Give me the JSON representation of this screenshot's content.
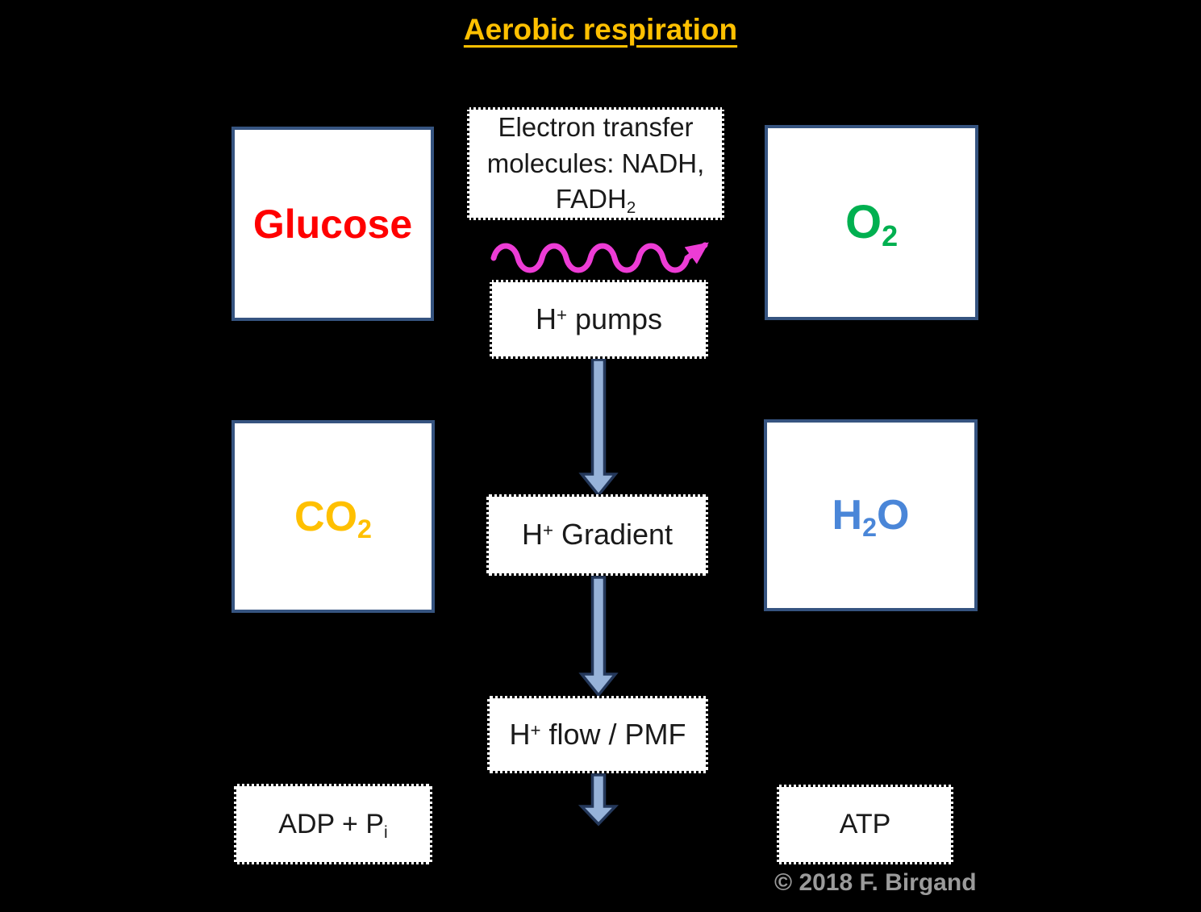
{
  "title": "Aerobic respiration",
  "boxes": {
    "glucose": {
      "label": "Glucose"
    },
    "o2": {
      "base": "O",
      "sub": "2"
    },
    "co2": {
      "base": "CO",
      "sub": "2"
    },
    "h2o": {
      "part1": "H",
      "sub": "2",
      "part2": "O"
    },
    "electron_transfer": {
      "text": "Electron transfer molecules: NADH, FADH",
      "sub": "2"
    },
    "h_pumps": {
      "base": "H",
      "sup": "+",
      "rest": " pumps"
    },
    "h_gradient": {
      "base": "H",
      "sup": "+",
      "rest": " Gradient"
    },
    "h_flow": {
      "base": "H",
      "sup": "+",
      "rest": " flow / PMF"
    },
    "adp": {
      "base": "ADP + P",
      "sub": "i"
    },
    "atp": {
      "label": "ATP"
    }
  },
  "footer": {
    "copyright": "© 2018 F. Birgand"
  },
  "colors": {
    "background": "#000000",
    "title": "#FFC000",
    "glucose_text": "#FF0000",
    "o2_text": "#00B050",
    "co2_text": "#FFC000",
    "h2o_text": "#4A86D8",
    "box_border": "#365480",
    "arrow_fill": "#97B3D9",
    "arrow_stroke": "#24385B",
    "wave": "#ED3CD5",
    "copyright": "#9B9B9B"
  }
}
